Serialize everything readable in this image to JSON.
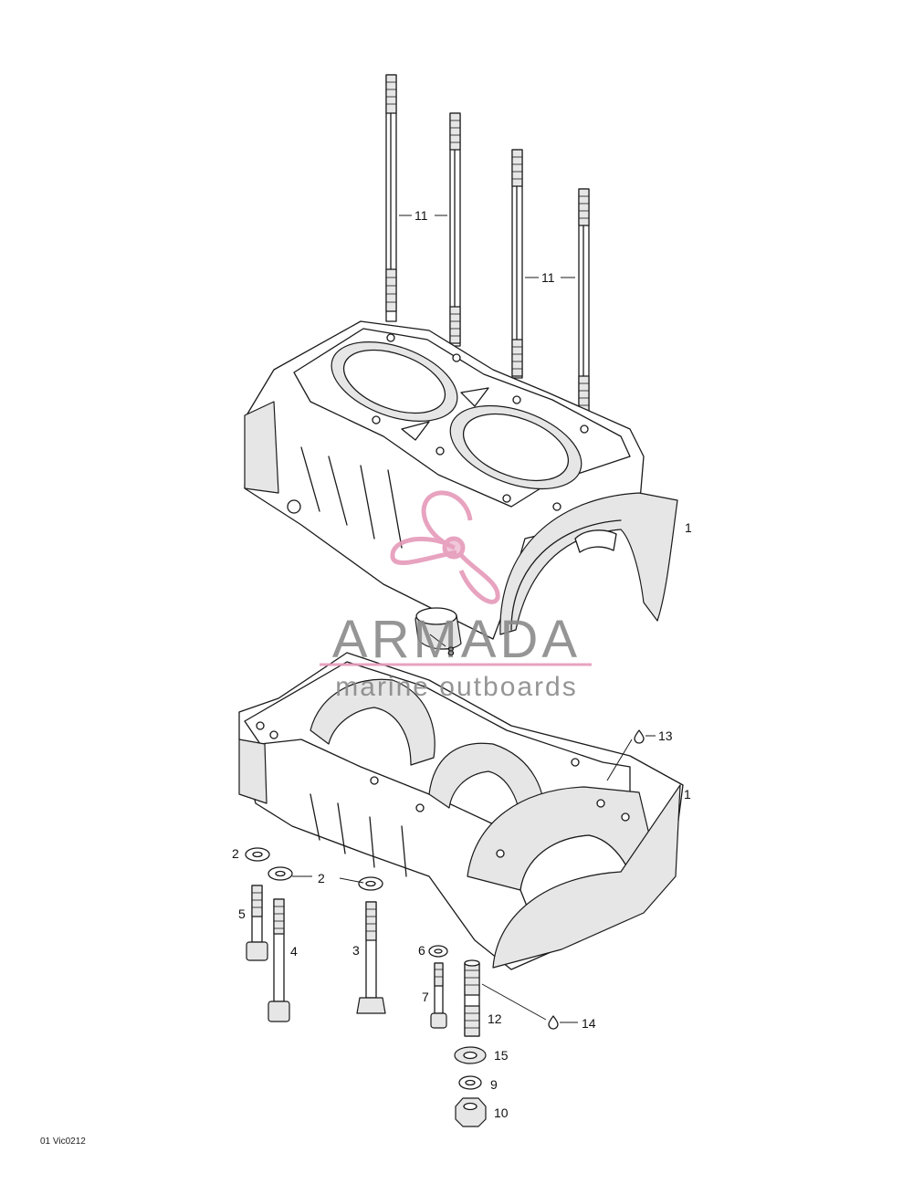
{
  "figure_code": "01 Vic0212",
  "watermark": {
    "brand": "ARMADA",
    "tagline": "marine outboards",
    "accent_color": "#e59ab9",
    "text_color": "#8a8a8a"
  },
  "callouts": {
    "c11a": "11",
    "c11b": "11",
    "c1a": "1",
    "c8": "8",
    "c13": "13",
    "c1b": "1",
    "c2a": "2",
    "c2b": "2",
    "c5": "5",
    "c4": "4",
    "c3": "3",
    "c6": "6",
    "c7": "7",
    "c12": "12",
    "c14": "14",
    "c15": "15",
    "c9": "9",
    "c10": "10"
  }
}
